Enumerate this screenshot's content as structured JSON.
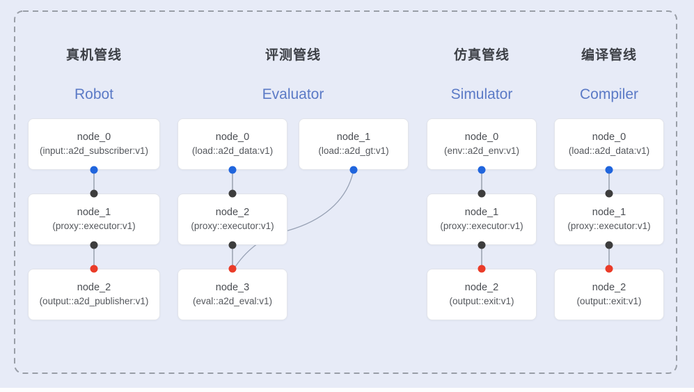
{
  "colors": {
    "bg": "#e7ebf7",
    "box-bg": "#ffffff",
    "box-border": "#e2e4ea",
    "edge": "#8d95a2",
    "dash": "#999ea7",
    "port-blue": "#2065dd",
    "port-black": "#3d3d3d",
    "port-red": "#ea3b28",
    "title-zh": "#3d4046",
    "title-en": "#5b7ac6"
  },
  "pipelines": [
    {
      "title_zh": "真机管线",
      "title_en": "Robot",
      "nodes": [
        {
          "name": "node_0",
          "type": "(input::a2d_subscriber:v1)"
        },
        {
          "name": "node_1",
          "type": "(proxy::executor:v1)"
        },
        {
          "name": "node_2",
          "type": "(output::a2d_publisher:v1)"
        }
      ]
    },
    {
      "title_zh": "评测管线",
      "title_en": "Evaluator",
      "nodes": [
        {
          "name": "node_0",
          "type": "(load::a2d_data:v1)"
        },
        {
          "name": "node_1",
          "type": "(load::a2d_gt:v1)"
        },
        {
          "name": "node_2",
          "type": "(proxy::executor:v1)"
        },
        {
          "name": "node_3",
          "type": "(eval::a2d_eval:v1)"
        }
      ]
    },
    {
      "title_zh": "仿真管线",
      "title_en": "Simulator",
      "nodes": [
        {
          "name": "node_0",
          "type": "(env::a2d_env:v1)"
        },
        {
          "name": "node_1",
          "type": "(proxy::executor:v1)"
        },
        {
          "name": "node_2",
          "type": "(output::exit:v1)"
        }
      ]
    },
    {
      "title_zh": "编译管线",
      "title_en": "Compiler",
      "nodes": [
        {
          "name": "node_0",
          "type": "(load::a2d_data:v1)"
        },
        {
          "name": "node_1",
          "type": "(proxy::executor:v1)"
        },
        {
          "name": "node_2",
          "type": "(output::exit:v1)"
        }
      ]
    }
  ]
}
